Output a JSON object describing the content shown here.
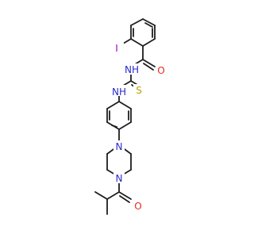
{
  "colors": {
    "background": "#ffffff",
    "bond": "#1e1e1e",
    "iodine": "#9400d3",
    "oxygen": "#e8271b",
    "nitrogen": "#2929cf",
    "sulfur": "#b5a300"
  },
  "atoms": {
    "iodine": {
      "text": "I"
    },
    "carbonyl_oxygen_top": {
      "text": "O"
    },
    "amide_nh": {
      "text": "NH"
    },
    "thiourea_sulfur": {
      "text": "S"
    },
    "aryl_nh": {
      "text": "NH"
    },
    "piperazine_n_upper": {
      "text": "N"
    },
    "piperazine_n_lower": {
      "text": "N"
    },
    "carbonyl_oxygen_bottom": {
      "text": "O"
    }
  }
}
